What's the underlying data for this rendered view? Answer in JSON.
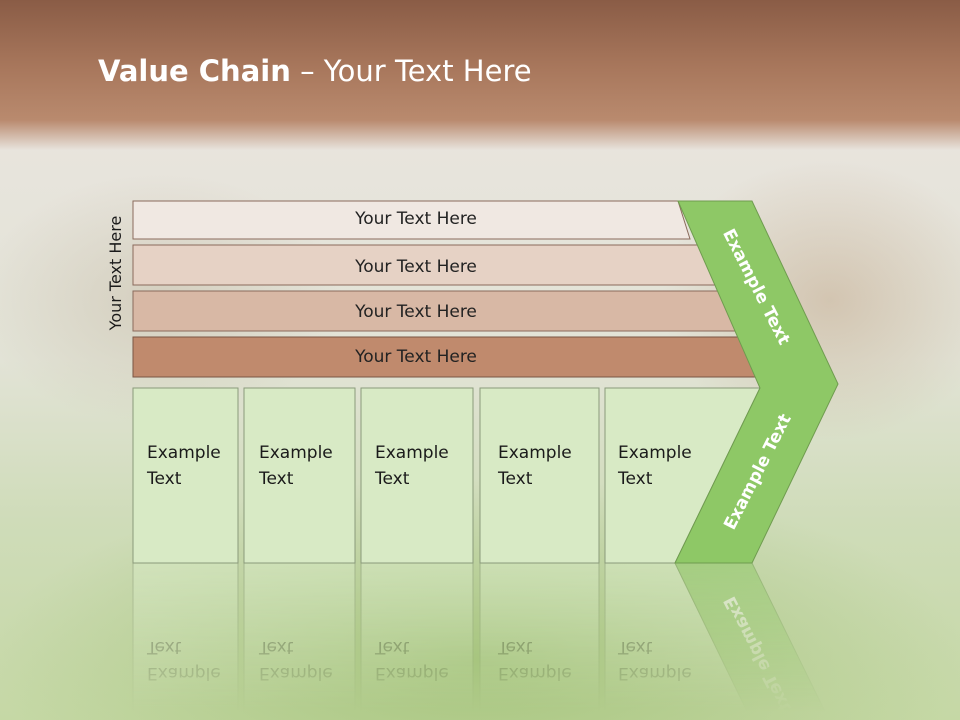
{
  "slide": {
    "title_bold": "Value Chain",
    "title_rest": " – Your Text Here",
    "side_label": "Your Text Here"
  },
  "bars": [
    {
      "label": "Your Text Here",
      "fill": "#f0e8e2"
    },
    {
      "label": "Your Text Here",
      "fill": "#e6d2c5"
    },
    {
      "label": "Your Text Here",
      "fill": "#d8b8a5"
    },
    {
      "label": "Your Text Here",
      "fill": "#c08a6d"
    }
  ],
  "boxes": [
    {
      "line1": "Example",
      "line2": "Text"
    },
    {
      "line1": "Example",
      "line2": "Text"
    },
    {
      "line1": "Example",
      "line2": "Text"
    },
    {
      "line1": "Example",
      "line2": "Text"
    },
    {
      "line1": "Example",
      "line2": "Text"
    }
  ],
  "chevron": {
    "upper_label": "Example Text",
    "lower_label": "Example Text",
    "fill": "#8ec866"
  },
  "colors": {
    "box_fill": "#d8eac5",
    "box_stroke": "#8a9a7a"
  }
}
